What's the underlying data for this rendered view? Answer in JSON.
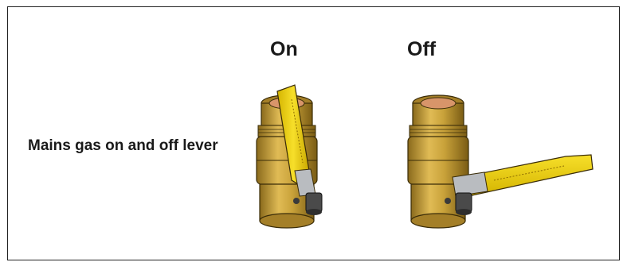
{
  "figure": {
    "states": {
      "on_label": "On",
      "off_label": "Off"
    },
    "caption": "Mains gas on and off lever",
    "colors": {
      "brass": "#c9a23a",
      "brass_dark": "#8a6a1c",
      "lever_yellow": "#f2d21a",
      "copper": "#d8956a",
      "frame": "#222222"
    },
    "icons": [
      "gas-valve-on-icon",
      "gas-valve-off-icon"
    ]
  }
}
